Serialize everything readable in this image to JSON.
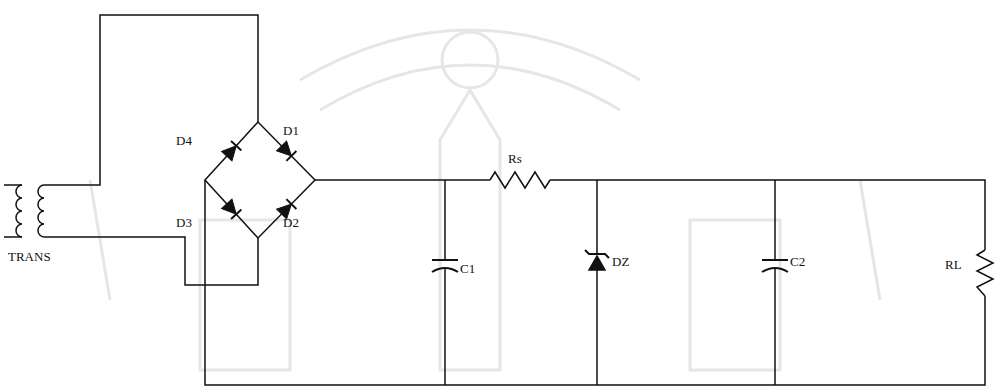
{
  "diagram": {
    "labels": [
      "TRANS",
      "D4",
      "D1",
      "D3",
      "D2",
      "Rs",
      "C1",
      "DZ",
      "C2",
      "RL"
    ]
  }
}
